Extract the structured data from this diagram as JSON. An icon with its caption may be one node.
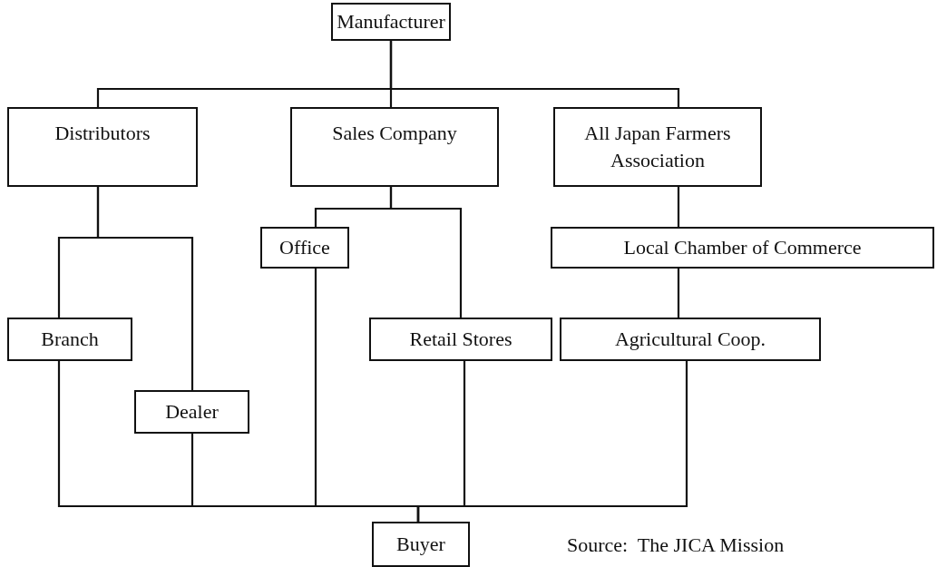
{
  "diagram": {
    "nodes": [
      {
        "text": [
          "Manufacturer"
        ]
      },
      {
        "text": [
          "Distributors"
        ]
      },
      {
        "text": [
          "Sales Company"
        ]
      },
      {
        "text": [
          "All Japan Farmers Association"
        ]
      },
      {
        "text": [
          "Office"
        ]
      },
      {
        "text": [
          "Local Chamber of Commerce"
        ]
      },
      {
        "text": [
          "Branch"
        ]
      },
      {
        "text": [
          "Retail Stores"
        ]
      },
      {
        "text": [
          "Agricultural Coop."
        ]
      },
      {
        "text": [
          "Dealer"
        ]
      },
      {
        "text": [
          "Buyer"
        ]
      }
    ],
    "edges": [
      {
        "from": 0,
        "to": 1,
        "arrow": "none"
      },
      {
        "from": 0,
        "to": 2,
        "arrow": "none"
      },
      {
        "from": 0,
        "to": 3,
        "arrow": "none"
      },
      {
        "from": 1,
        "to": 6,
        "arrow": "none"
      },
      {
        "from": 1,
        "to": 9,
        "arrow": "none"
      },
      {
        "from": 2,
        "to": 4,
        "arrow": "none"
      },
      {
        "from": 2,
        "to": 7,
        "arrow": "none"
      },
      {
        "from": 3,
        "to": 5,
        "arrow": "none"
      },
      {
        "from": 5,
        "to": 8,
        "arrow": "none"
      },
      {
        "from": 6,
        "to": 10,
        "arrow": "none"
      },
      {
        "from": 9,
        "to": 10,
        "arrow": "none"
      },
      {
        "from": 4,
        "to": 10,
        "arrow": "none"
      },
      {
        "from": 7,
        "to": 10,
        "arrow": "none"
      },
      {
        "from": 8,
        "to": 10,
        "arrow": "none"
      }
    ],
    "labels": [
      "Source:  The JICA Mission"
    ]
  }
}
